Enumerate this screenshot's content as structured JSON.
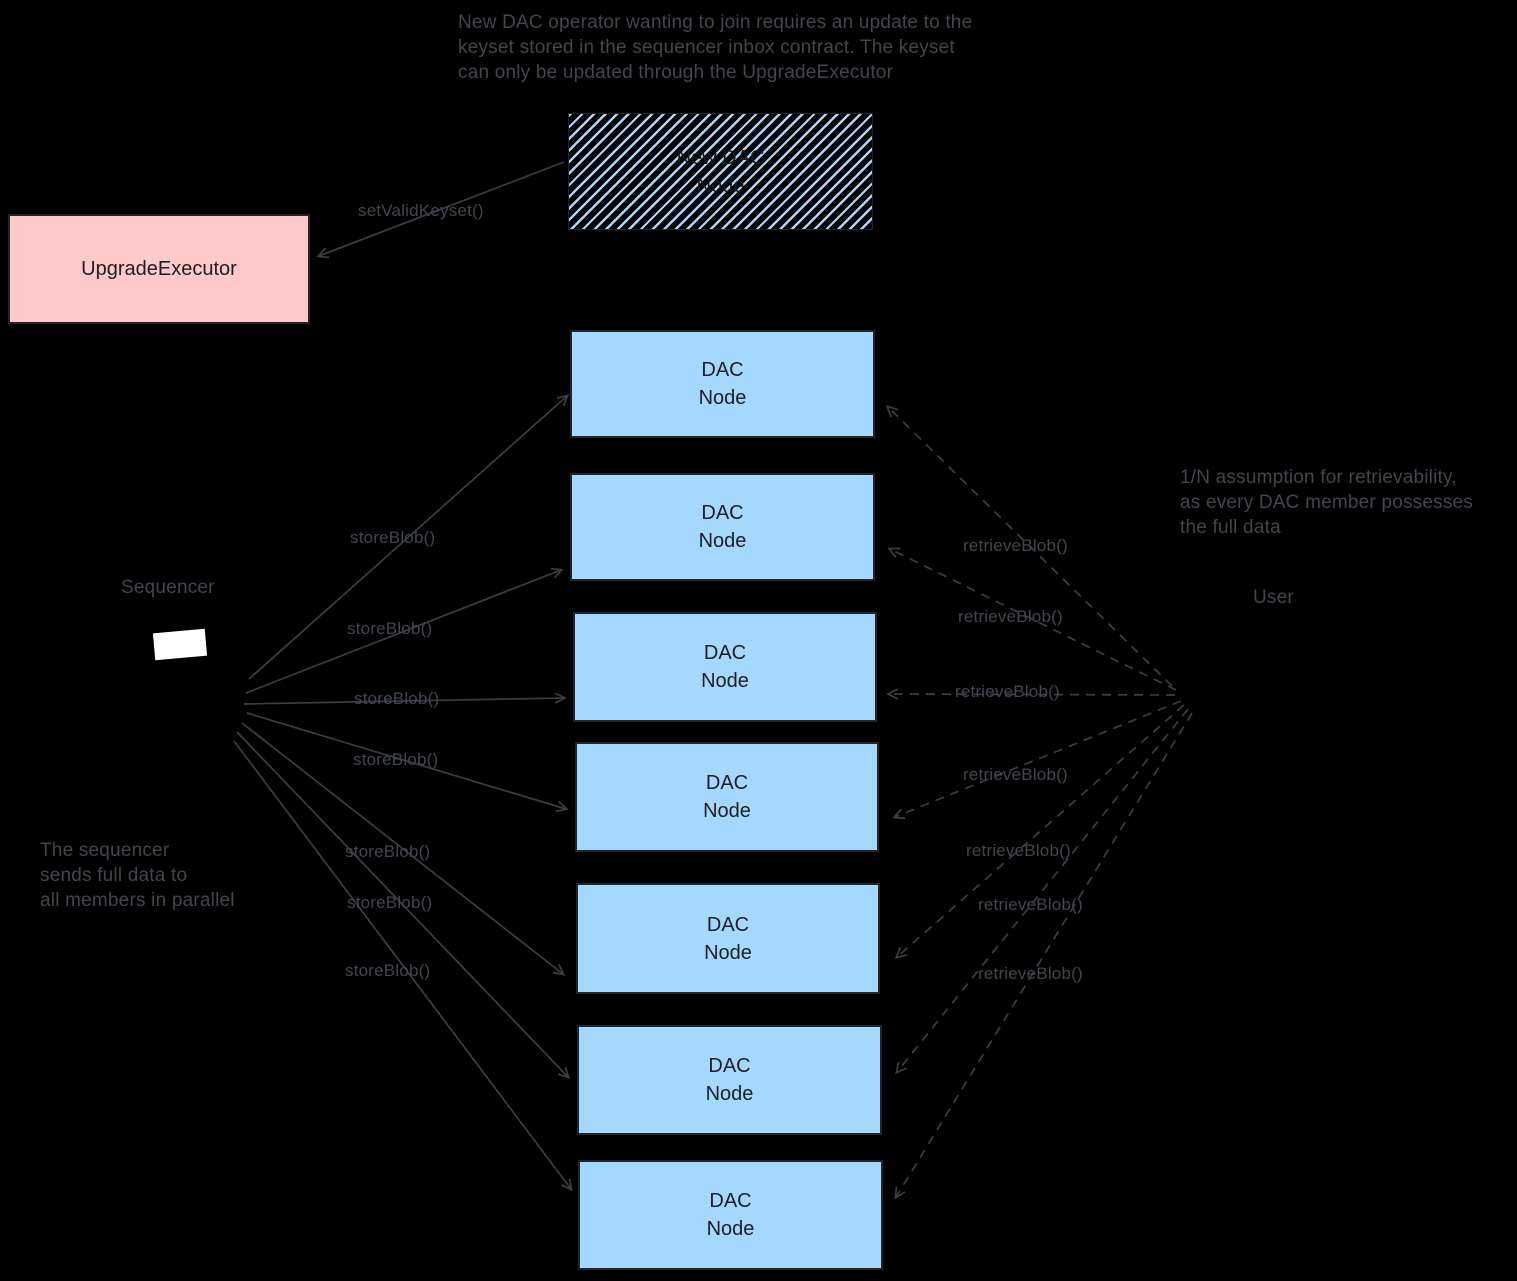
{
  "labels": {
    "store_blob": "storeBlob()",
    "retrieve_blob": "retrieveBlob()",
    "set_valid_keyset": "setValidKeyset()",
    "sequencer": "Sequencer",
    "user": "User"
  },
  "notes": {
    "top": "New DAC operator wanting to join requires an update to the\nkeyset stored in the sequencer inbox contract. The keyset\ncan only be updated through the UpgradeExecutor",
    "sequencer_side": "The sequencer\nsends full data to\nall members in parallel",
    "user_side": "1/N assumption for retrievability,\nas every DAC member possesses\nthe full data"
  },
  "boxes": {
    "upgrade_executor": "UpgradeExecutor",
    "new_dac_node": "New DAC\nNode"
  },
  "dac_nodes": [
    "DAC\nNode",
    "DAC\nNode",
    "DAC\nNode",
    "DAC\nNode",
    "DAC\nNode",
    "DAC\nNode",
    "DAC\nNode"
  ],
  "colors": {
    "background": "#000000",
    "box_blue": "#a5d8ff",
    "box_pink": "#ffc9c9",
    "box_text": "#1b1e22",
    "annotation_gray": "#42464e",
    "arrow_gray": "#3a3f46"
  }
}
